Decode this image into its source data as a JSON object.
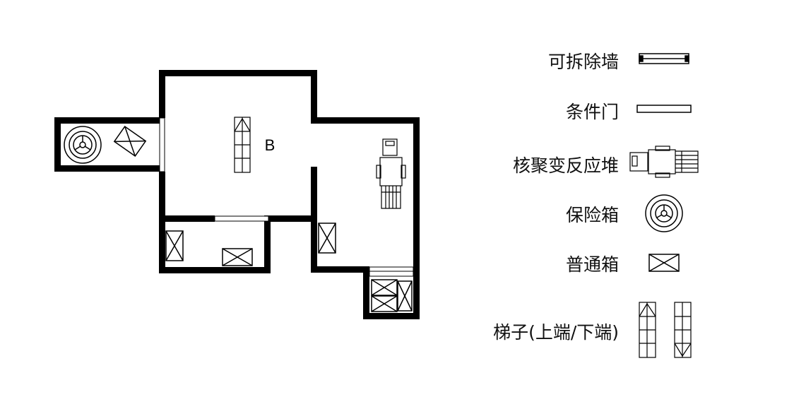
{
  "map": {
    "room_label": "B"
  },
  "legend": {
    "items": [
      {
        "label": "可拆除墙",
        "icon": "removable-wall-icon"
      },
      {
        "label": "条件门",
        "icon": "conditional-door-icon"
      },
      {
        "label": "核聚变反应堆",
        "icon": "fusion-reactor-icon"
      },
      {
        "label": "保险箱",
        "icon": "safe-icon"
      },
      {
        "label": "普通箱",
        "icon": "crate-icon"
      },
      {
        "label": "梯子(上端/下端)",
        "icon": "ladder-icon"
      }
    ]
  },
  "colors": {
    "wall": "#000000",
    "background": "#ffffff"
  }
}
